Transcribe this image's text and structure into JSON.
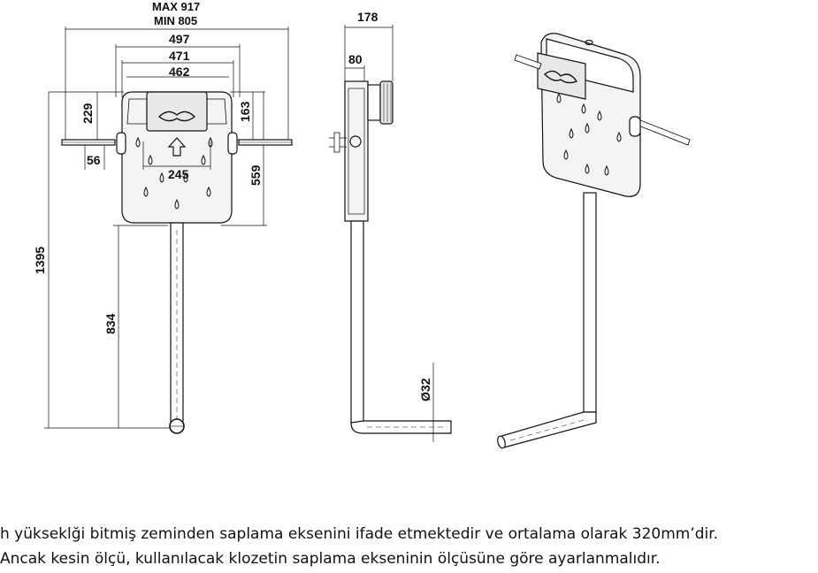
{
  "dimensions": {
    "max": "MAX 917",
    "min": "MIN 805",
    "w497": "497",
    "w471": "471",
    "w462": "462",
    "h229": "229",
    "h163": "163",
    "w56": "56",
    "w245": "245",
    "h559": "559",
    "h1395": "1395",
    "h834": "834",
    "side178": "178",
    "side80": "80",
    "dia32": "Ø32"
  },
  "notes": {
    "line1": "h yükseklği bitmiş zeminden saplama eksenini ifade etmektedir ve ortalama olarak 320mm’dir.",
    "line2": "Ancak kesin ölçü, kullanılacak klozetin saplama ekseninin ölçüsüne göre ayarlanmalıdır."
  },
  "colors": {
    "line": "#111111",
    "tank_fill": "#f4f4f4",
    "panel_fill": "#e8e8e8"
  }
}
